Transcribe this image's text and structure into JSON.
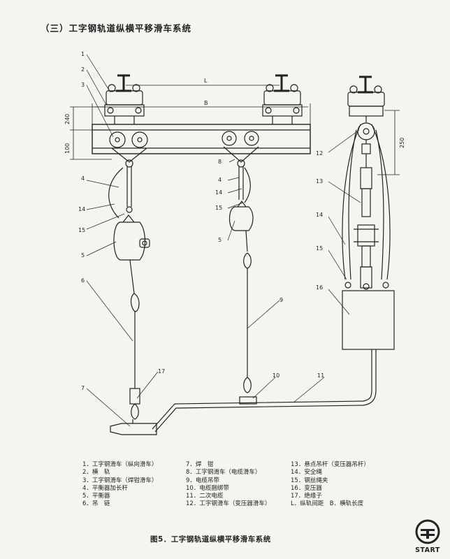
{
  "heading": "（三）工字钢轨道纵横平移滑车系统",
  "callouts": {
    "left": [
      "1",
      "2",
      "3",
      "4",
      "14",
      "15",
      "5",
      "6",
      "7"
    ],
    "mid": [
      "8",
      "4",
      "14",
      "15",
      "5",
      "9",
      "10",
      "11",
      "17"
    ],
    "right": [
      "12",
      "13",
      "14",
      "15",
      "16"
    ]
  },
  "dims": {
    "L": "L",
    "B": "B",
    "h240": "240",
    "h100": "100",
    "h250": "250"
  },
  "legend": {
    "col1": [
      "1．工字钢滑车（纵向滑车）",
      "2．横　轨",
      "3．工字钢滑车（焊钳滑车）",
      "4．平衡器加长杆",
      "5．平衡器",
      "6．吊　链"
    ],
    "col2": [
      "7．焊　钳",
      "8．工字钢滑车（电缆滑车）",
      "9．电缆吊带",
      "10．电缆捆绑带",
      "11．二次电缆",
      "12．工字钢滑车（变压器滑车）"
    ],
    "col3": [
      "13．悬点吊杆（变压器吊杆）",
      "14．安全绳",
      "15．钢丝绳夹",
      "16．变压器",
      "17．绝缘子",
      "L．纵轨间距　B．横轨长度"
    ]
  },
  "caption": "图5．工字钢轨道纵横平移滑车系统",
  "logo": {
    "text": "START"
  }
}
